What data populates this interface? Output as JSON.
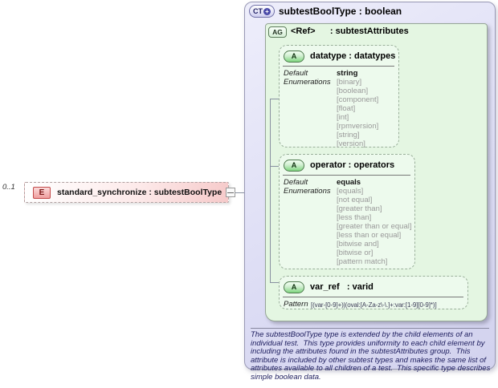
{
  "element": {
    "cardinality": "0..1",
    "icon_label": "E",
    "label": "standard_synchronize : subtestBoolType"
  },
  "complex_type": {
    "icon_label": "CT",
    "plus_glyph": "+",
    "title": "subtestBoolType : boolean",
    "attribute_group": {
      "icon_label": "AG",
      "label": "<Ref>      : subtestAttributes",
      "attributes": [
        {
          "icon_label": "A",
          "label": "datatype : datatypes",
          "default_label": "Default",
          "default_value": "string",
          "enum_label": "Enumerations",
          "enumerations": [
            "[binary]",
            "[boolean]",
            "[component]",
            "[float]",
            "[int]",
            "[rpmversion]",
            "[string]",
            "[version]"
          ]
        },
        {
          "icon_label": "A",
          "label": "operator : operators",
          "default_label": "Default",
          "default_value": "equals",
          "enum_label": "Enumerations",
          "enumerations": [
            "[equals]",
            "[not equal]",
            "[greater than]",
            "[less than]",
            "[greater than or equal]",
            "[less than or equal]",
            "[bitwise and]",
            "[bitwise or]",
            "[pattern match]"
          ]
        },
        {
          "icon_label": "A",
          "label": "var_ref   : varid",
          "pattern_label": "Pattern",
          "pattern_value": "[(var-[0-9]+)|(oval:[A-Za-z\\-\\.]+:var:[1-9][0-9]*)]"
        }
      ]
    },
    "description": "The subtestBoolType type is extended by the child elements of an individual test.  This type provides uniformity to each child element by including the attributes found in the subtestAttributes group.  This attribute is included by other subtest types and makes the same list of attributes available to all children of a test.  This specific type describes simple boolean data."
  },
  "colors": {
    "element_fill": "#f6caca",
    "element_icon_border": "#c24848",
    "complex_type_fill": "#dcdcf4",
    "group_fill": "#e4f6e2",
    "attribute_fill": "#edfaed",
    "attribute_icon_fill": "#7fd67f",
    "description_text": "#202060",
    "enum_text": "#999999"
  }
}
